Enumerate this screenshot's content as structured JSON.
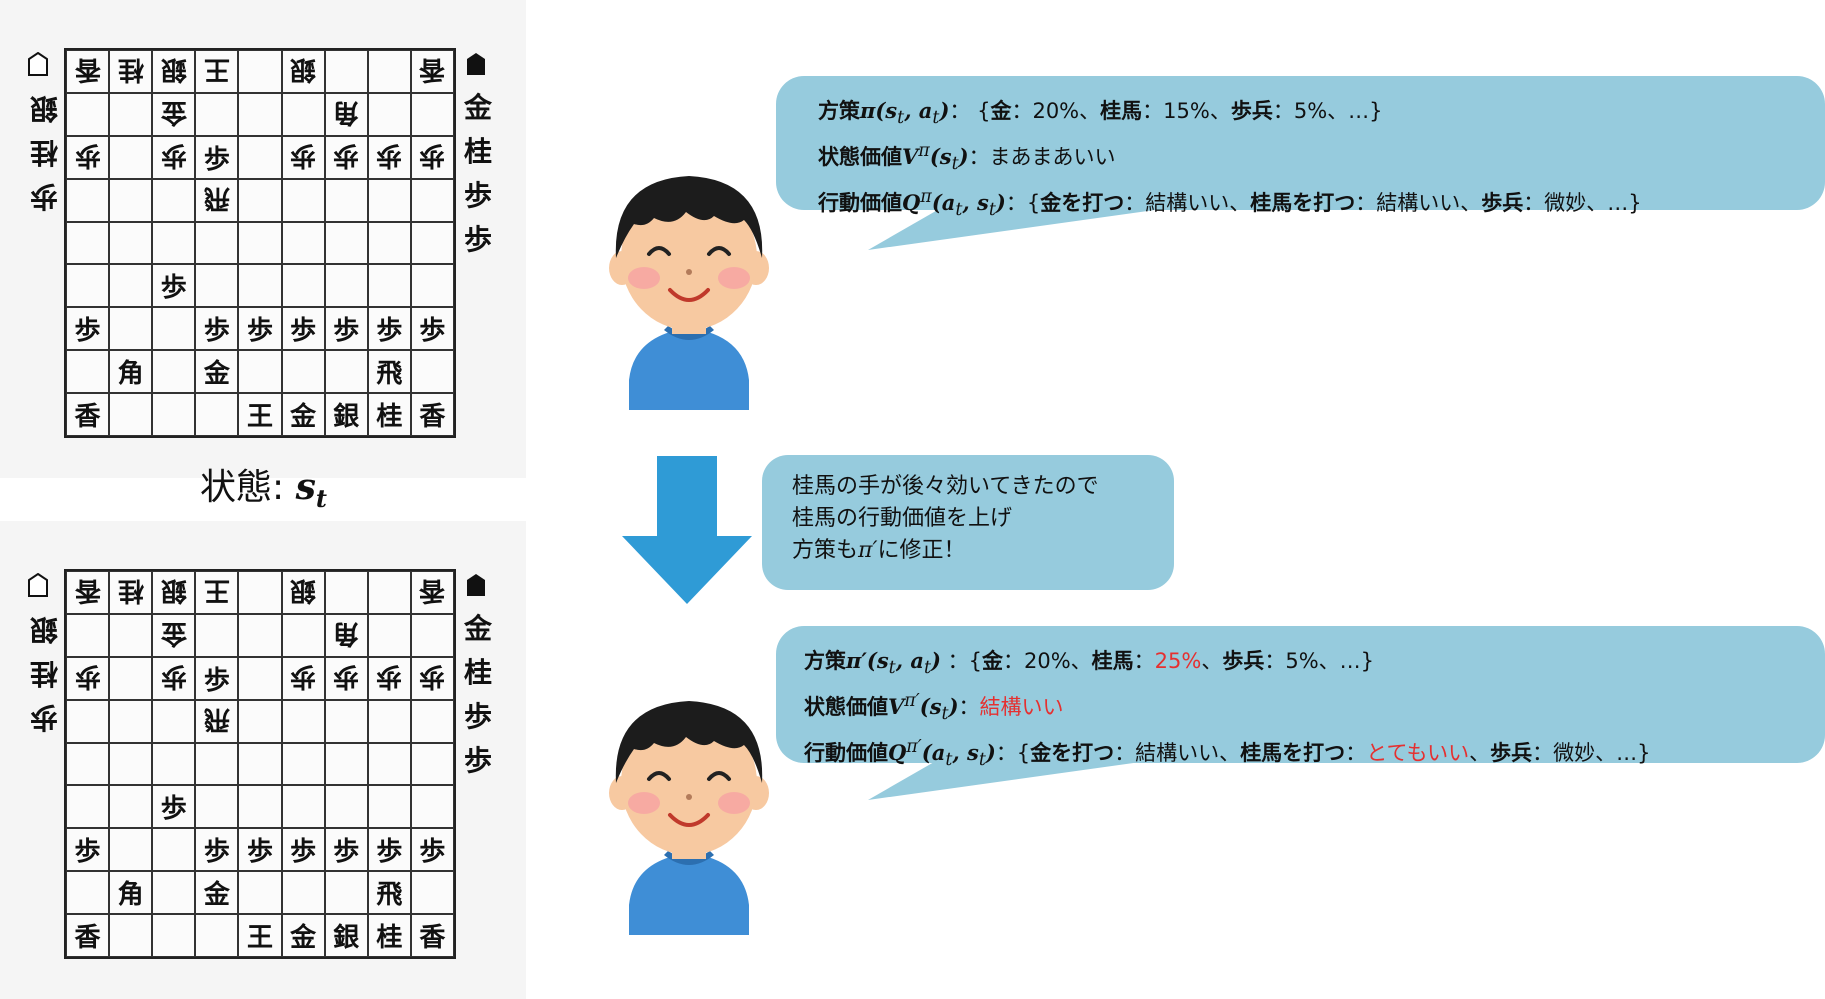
{
  "board": {
    "rows": [
      [
        [
          "香",
          1
        ],
        [
          "桂",
          1
        ],
        [
          "銀",
          1
        ],
        [
          "王",
          1
        ],
        [
          "",
          0
        ],
        [
          "銀",
          1
        ],
        [
          "",
          0
        ],
        [
          "",
          0
        ],
        [
          "香",
          1
        ]
      ],
      [
        [
          "",
          0
        ],
        [
          "",
          0
        ],
        [
          "金",
          1
        ],
        [
          "",
          0
        ],
        [
          "",
          0
        ],
        [
          "",
          0
        ],
        [
          "角",
          1
        ],
        [
          "",
          0
        ],
        [
          "",
          0
        ]
      ],
      [
        [
          "歩",
          1
        ],
        [
          "",
          0
        ],
        [
          "歩",
          1
        ],
        [
          "歩",
          0
        ],
        [
          "",
          0
        ],
        [
          "歩",
          1
        ],
        [
          "歩",
          1
        ],
        [
          "歩",
          1
        ],
        [
          "歩",
          1
        ]
      ],
      [
        [
          "",
          0
        ],
        [
          "",
          0
        ],
        [
          "",
          0
        ],
        [
          "飛",
          1
        ],
        [
          "",
          0
        ],
        [
          "",
          0
        ],
        [
          "",
          0
        ],
        [
          "",
          0
        ],
        [
          "",
          0
        ]
      ],
      [
        [
          "",
          0
        ],
        [
          "",
          0
        ],
        [
          "",
          0
        ],
        [
          "",
          0
        ],
        [
          "",
          0
        ],
        [
          "",
          0
        ],
        [
          "",
          0
        ],
        [
          "",
          0
        ],
        [
          "",
          0
        ]
      ],
      [
        [
          "",
          0
        ],
        [
          "",
          0
        ],
        [
          "歩",
          0
        ],
        [
          "",
          0
        ],
        [
          "",
          0
        ],
        [
          "",
          0
        ],
        [
          "",
          0
        ],
        [
          "",
          0
        ],
        [
          "",
          0
        ]
      ],
      [
        [
          "歩",
          0
        ],
        [
          "",
          0
        ],
        [
          "",
          0
        ],
        [
          "歩",
          0
        ],
        [
          "歩",
          0
        ],
        [
          "歩",
          0
        ],
        [
          "歩",
          0
        ],
        [
          "歩",
          0
        ],
        [
          "歩",
          0
        ]
      ],
      [
        [
          "",
          0
        ],
        [
          "角",
          0
        ],
        [
          "",
          0
        ],
        [
          "金",
          0
        ],
        [
          "",
          0
        ],
        [
          "",
          0
        ],
        [
          "",
          0
        ],
        [
          "飛",
          0
        ],
        [
          "",
          0
        ]
      ],
      [
        [
          "香",
          0
        ],
        [
          "",
          0
        ],
        [
          "",
          0
        ],
        [
          "",
          0
        ],
        [
          "王",
          0
        ],
        [
          "金",
          0
        ],
        [
          "銀",
          0
        ],
        [
          "桂",
          0
        ],
        [
          "香",
          0
        ]
      ]
    ],
    "gote_hand": [
      "銀",
      "桂",
      "歩"
    ],
    "sente_hand": [
      "金",
      "桂",
      "歩",
      "歩"
    ]
  },
  "state_label": {
    "text": "状態: ",
    "symbol": "s",
    "sub": "t"
  },
  "bubble_top": {
    "l1_pre": "方策",
    "l1_math": "π(s",
    "l1_math2": "t",
    "l1_math3": ", a",
    "l1_math4": "t",
    "l1_math5": ")",
    "l1_rest": "： {",
    "l1_k1": "金",
    "l1_v1": "：20%、",
    "l1_k2": "桂馬",
    "l1_v2": "：15%、",
    "l1_k3": "歩兵",
    "l1_v3": "：5%、…}",
    "l2_pre": "状態価値",
    "l2_math": "V",
    "l2_sup": "π",
    "l2_math2": "(s",
    "l2_math3": "t",
    "l2_math4": ")",
    "l2_rest": "：まあまあいい",
    "l3_pre": "行動価値",
    "l3_math": "Q",
    "l3_sup": "π",
    "l3_math2": "(a",
    "l3_math3": "t",
    "l3_math4": ", s",
    "l3_math5": "t",
    "l3_math6": ")",
    "l3_a": "：{",
    "l3_k1": "金を打つ",
    "l3_v1": "：結構いい、",
    "l3_k2": "桂馬を打つ",
    "l3_v2": "：結構いい、",
    "l3_k3": "歩兵",
    "l3_v3": "：微妙、…}"
  },
  "middle_message": {
    "line1": "桂馬の手が後々効いてきたので",
    "line2": "桂馬の行動価値を上げ",
    "line3_pre": "方策も",
    "line3_math": "π′",
    "line3_post": "に修正！"
  },
  "bubble_bottom": {
    "l1_pre": "方策",
    "l1_math": "π′(s",
    "l1_math2": "t",
    "l1_math3": ", a",
    "l1_math4": "t",
    "l1_math5": ")",
    "l1_rest": " ：{",
    "l1_k1": "金",
    "l1_v1": "：20%、",
    "l1_k2": "桂馬",
    "l1_v2a": "：",
    "l1_v2_red": "25%",
    "l1_v2b": "、",
    "l1_k3": "歩兵",
    "l1_v3": "：5%、…}",
    "l2_pre": "状態価値",
    "l2_math": "V",
    "l2_sup": "π′",
    "l2_math2": "(s",
    "l2_math3": "t",
    "l2_math4": ")",
    "l2_colon": "：",
    "l2_red": "結構いい",
    "l3_pre": "行動価値",
    "l3_math": "Q",
    "l3_sup": "π′",
    "l3_math2": "(a",
    "l3_math3": "t",
    "l3_math4": ", s",
    "l3_math5": "t",
    "l3_math6": ")",
    "l3_a": "：{",
    "l3_k1": "金を打つ",
    "l3_v1": "：結構いい、",
    "l3_k2": "桂馬を打つ",
    "l3_v2a": "：",
    "l3_v2_red": "とてもいい",
    "l3_v2b": "、",
    "l3_k3": "歩兵",
    "l3_v3": "：微妙、…}"
  },
  "colors": {
    "bubble": "#96cbdd",
    "arrow": "#2f9bd6",
    "highlight": "#e53030"
  }
}
